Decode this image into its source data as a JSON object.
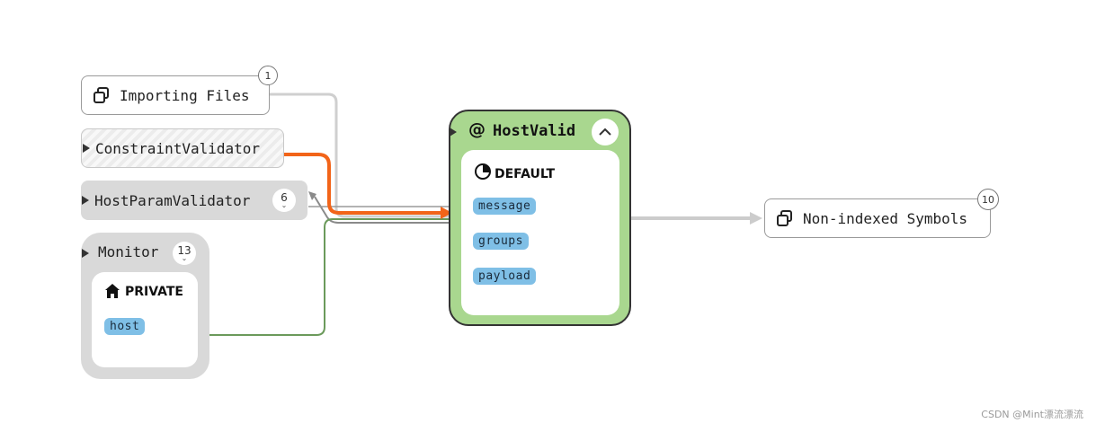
{
  "nodes": {
    "importing_files": {
      "label": "Importing Files",
      "badge": "1"
    },
    "constraint_validator": {
      "label": "ConstraintValidator"
    },
    "host_param_validator": {
      "label": "HostParamValidator",
      "count": "6"
    },
    "monitor": {
      "label": "Monitor",
      "count": "13",
      "section_title": "PRIVATE",
      "fields": [
        "host"
      ]
    },
    "host_valid": {
      "label": "HostValid",
      "prefix": "@",
      "section_title": "DEFAULT",
      "fields": [
        "message",
        "groups",
        "payload"
      ]
    },
    "non_indexed": {
      "label": "Non-indexed Symbols",
      "badge": "10"
    }
  },
  "colors": {
    "annotation_fill": "#a9d78f",
    "annotation_border": "#333333",
    "field_chip": "#7fbfe6",
    "edge_highlight": "#f26419",
    "edge_gray": "#8a8a8a",
    "edge_light": "#cccccc",
    "edge_green": "#6b9a5b"
  },
  "icons": {
    "files_icon": "copy-icon",
    "section_default_icon": "pie-chart-icon",
    "section_private_icon": "home-icon",
    "collapse_icon": "chevron-up-icon"
  },
  "watermark": "CSDN @Mint漂流漂流"
}
